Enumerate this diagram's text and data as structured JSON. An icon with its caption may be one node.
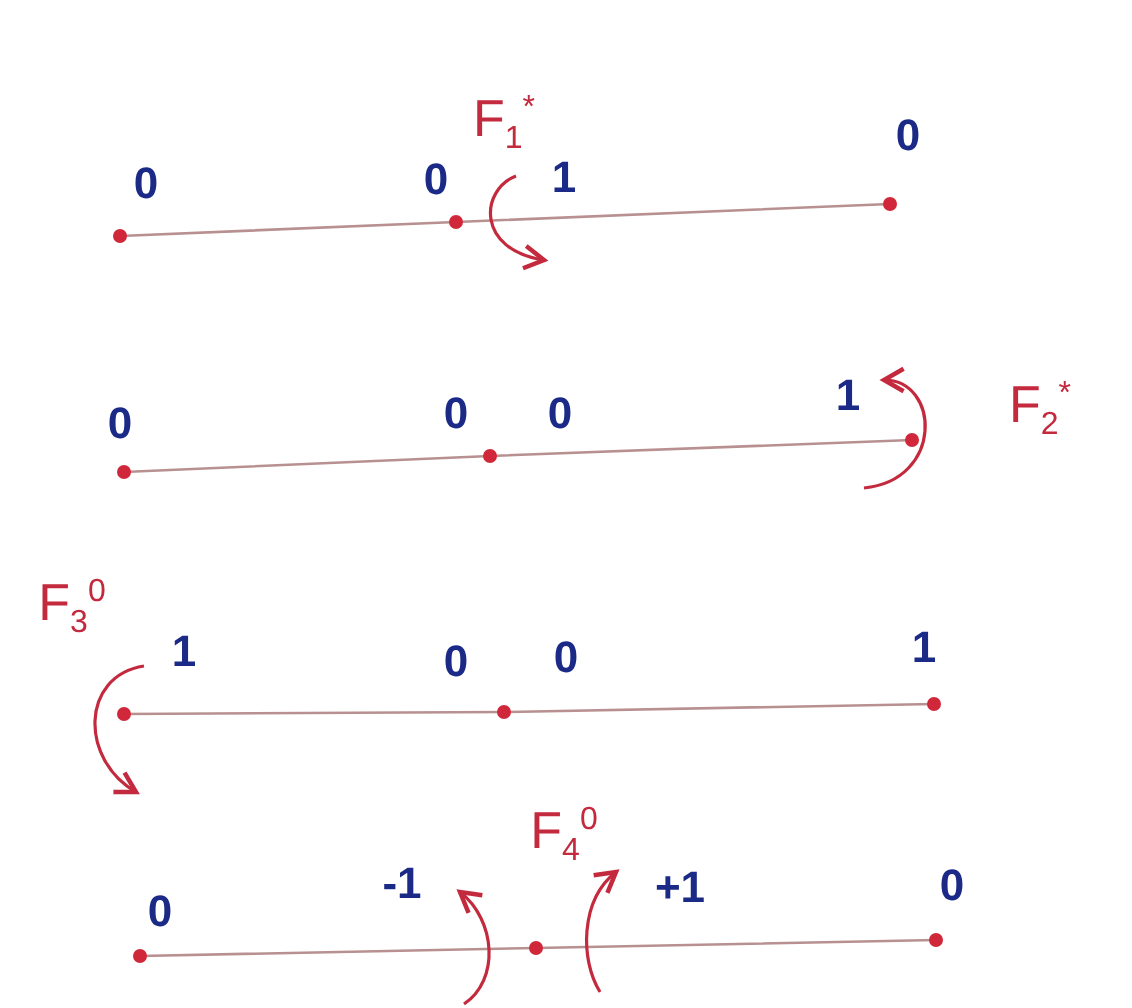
{
  "diagram": {
    "labels": [
      "F$_{1}$$^{*}$",
      "0",
      "0",
      "1",
      "0",
      "0",
      "0",
      "0",
      "1",
      "F$_{2}$$^{*}$",
      "F$_{3}$$^{0}$",
      "1",
      "0",
      "0",
      "1",
      "F$_{4}$$^{0}$",
      "-1",
      "+1",
      "0",
      "0"
    ]
  }
}
